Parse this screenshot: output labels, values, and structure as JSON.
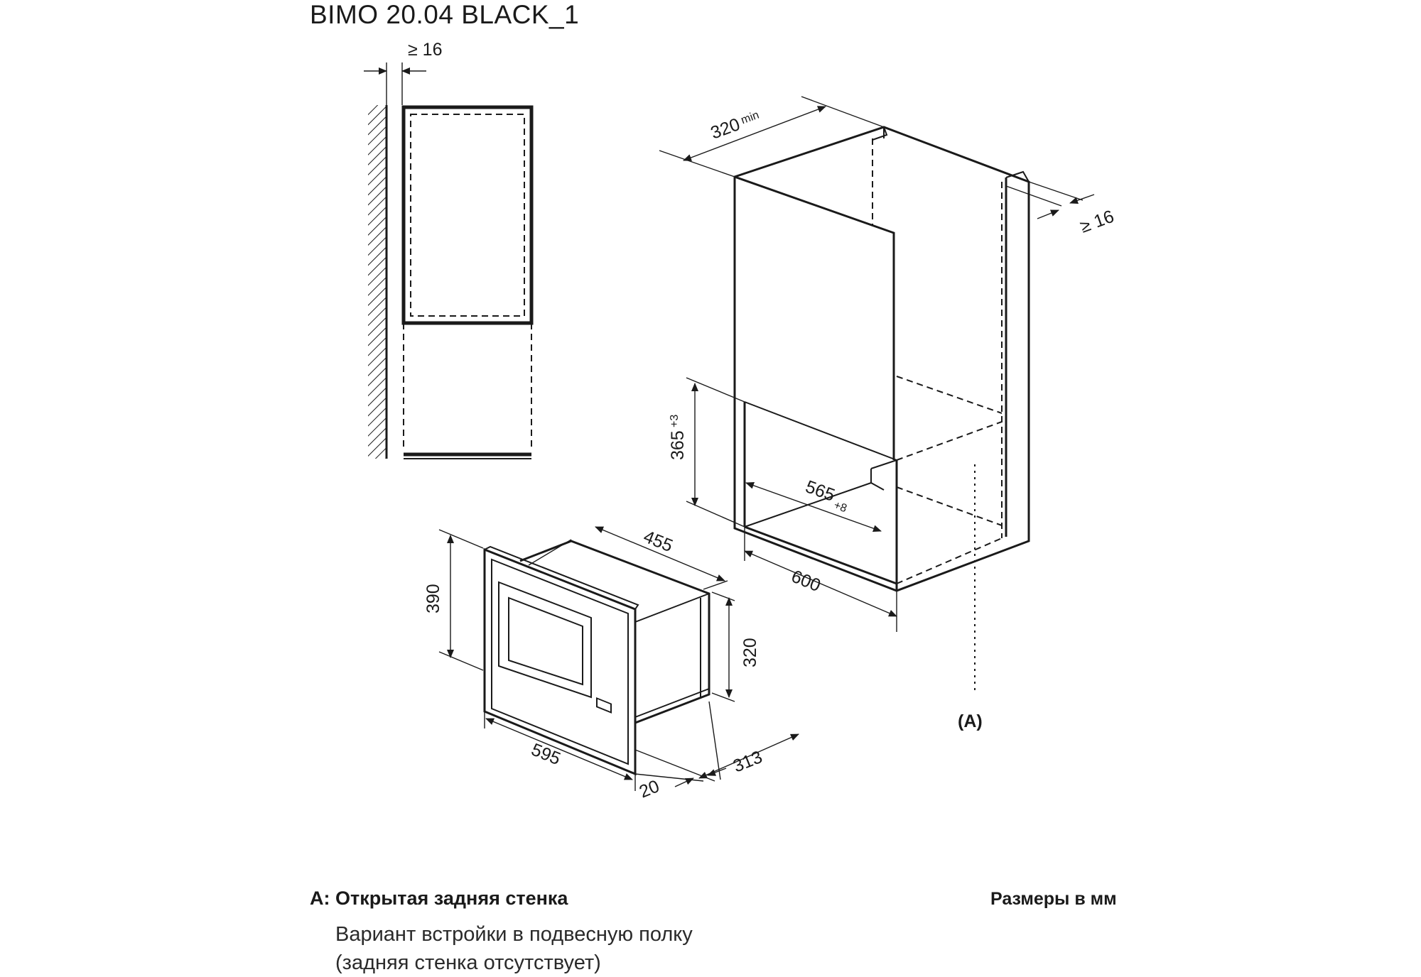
{
  "title": "BIMO 20.04 BLACK_1",
  "labels": {
    "wall_gap": "≥ 16",
    "depth_min": "320",
    "depth_min_sup": "min",
    "side_gap": "≥ 16",
    "niche_height": "365",
    "niche_height_sup": "+3",
    "niche_width": "565",
    "niche_width_sup": "+8",
    "cabinet_width": "600",
    "marker_a": "(A)",
    "oven_depth": "455",
    "oven_height": "390",
    "body_height": "320",
    "oven_width": "595",
    "frame_depth": "20",
    "body_depth": "313"
  },
  "legend": {
    "key": "A:",
    "text": "Открытая задняя стенка",
    "units": "Размеры в мм",
    "line1": "Вариант встройки в подвесную полку",
    "line2": "(задняя стенка отсутствует)"
  }
}
